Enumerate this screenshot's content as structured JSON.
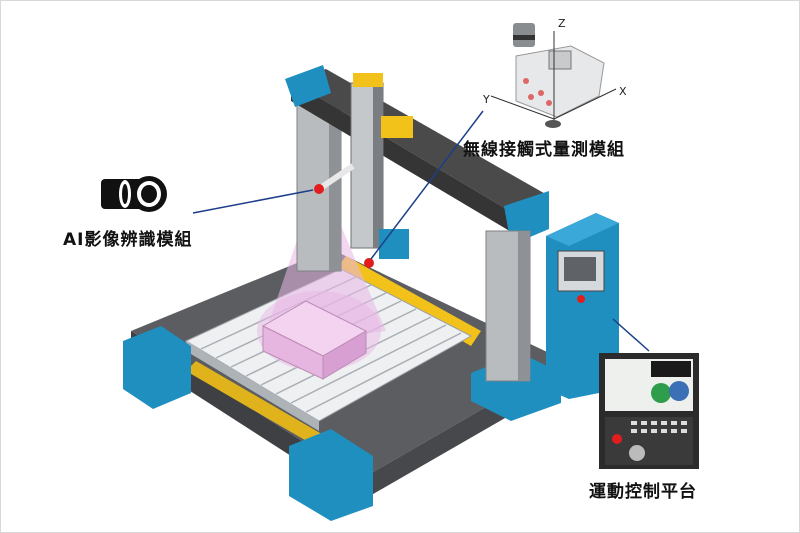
{
  "labels": {
    "ai_vision": "AI影像辨識模組",
    "probe": "無線接觸式量測模組",
    "motion_control": "運動控制平台"
  },
  "axes": {
    "x": "X",
    "y": "Y",
    "z": "Z"
  },
  "colors": {
    "frame_blue": "#1f8fc0",
    "beam_dark": "#4a4a4a",
    "column_gray": "#b9bcbf",
    "accent_yellow": "#f2c21a",
    "vision_pink": "#e9b7e6",
    "leader_line": "#1c3f8a"
  }
}
